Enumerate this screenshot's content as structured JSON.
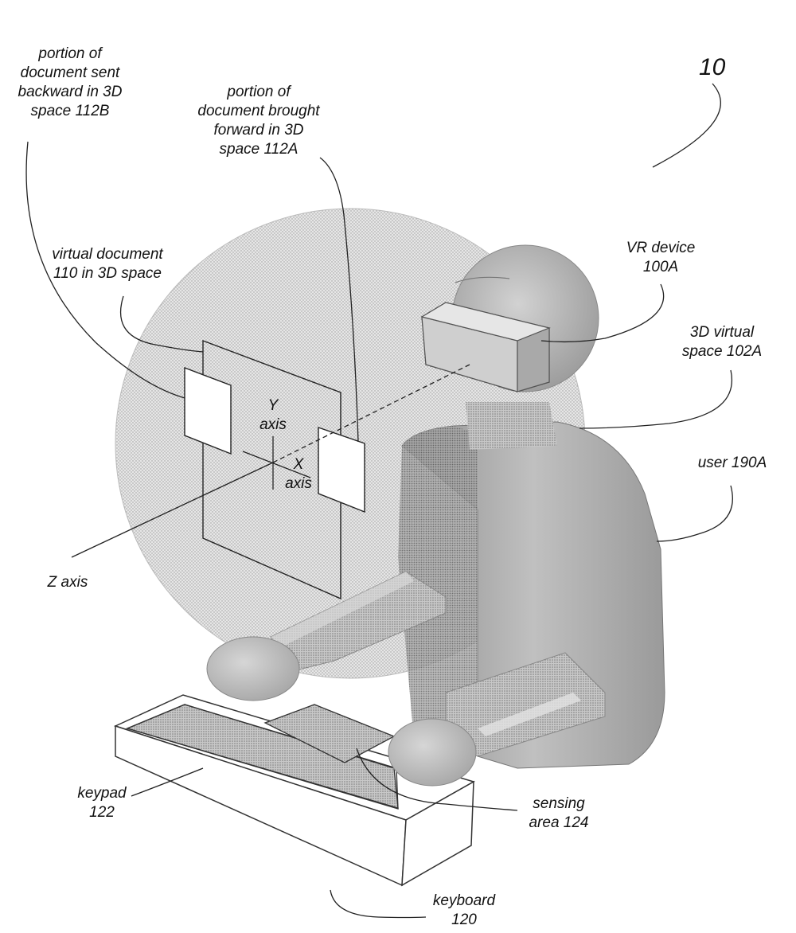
{
  "figure_number": "10",
  "labels": {
    "doc_backward": [
      "portion of",
      "document sent",
      "backward in 3D",
      "space 112B"
    ],
    "doc_forward": [
      "portion of",
      "document brought",
      "forward in 3D",
      "space 112A"
    ],
    "virtual_doc": [
      "virtual document",
      "110 in 3D space"
    ],
    "vr_device": [
      "VR device",
      "100A"
    ],
    "virtual_space": [
      "3D virtual",
      "space 102A"
    ],
    "user": [
      "user 190A"
    ],
    "y_axis": [
      "Y",
      "axis"
    ],
    "x_axis": [
      "X",
      "axis"
    ],
    "z_axis": [
      "Z axis"
    ],
    "keypad": [
      "keypad",
      "122"
    ],
    "sensing_area": [
      "sensing",
      "area 124"
    ],
    "keyboard": [
      "keyboard",
      "120"
    ]
  }
}
